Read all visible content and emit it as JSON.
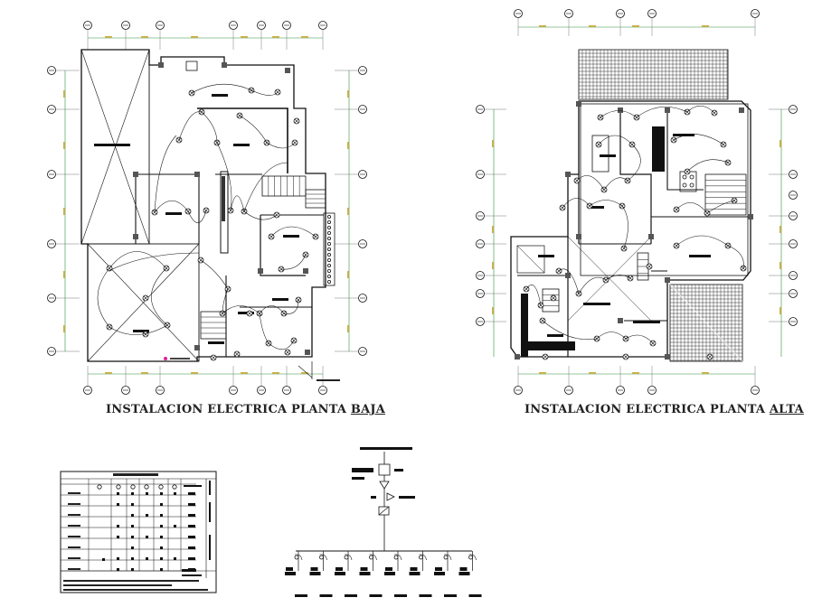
{
  "plans": {
    "lower": {
      "title_main": "INSTALACION  ELECTRICA PLANTA ",
      "title_level": "BAJA"
    },
    "upper": {
      "title_main": "INSTALACION  ELECTRICA PLANTA ",
      "title_level": "ALTA"
    }
  },
  "legend_table": {
    "rows": 8,
    "columns": 7
  },
  "single_line_diagram": {
    "circuits": 8
  },
  "colors": {
    "line": "#111111",
    "accent_dim": "#c8b04a",
    "dim_line": "#2f8f3a",
    "marker": "#d9219a"
  }
}
